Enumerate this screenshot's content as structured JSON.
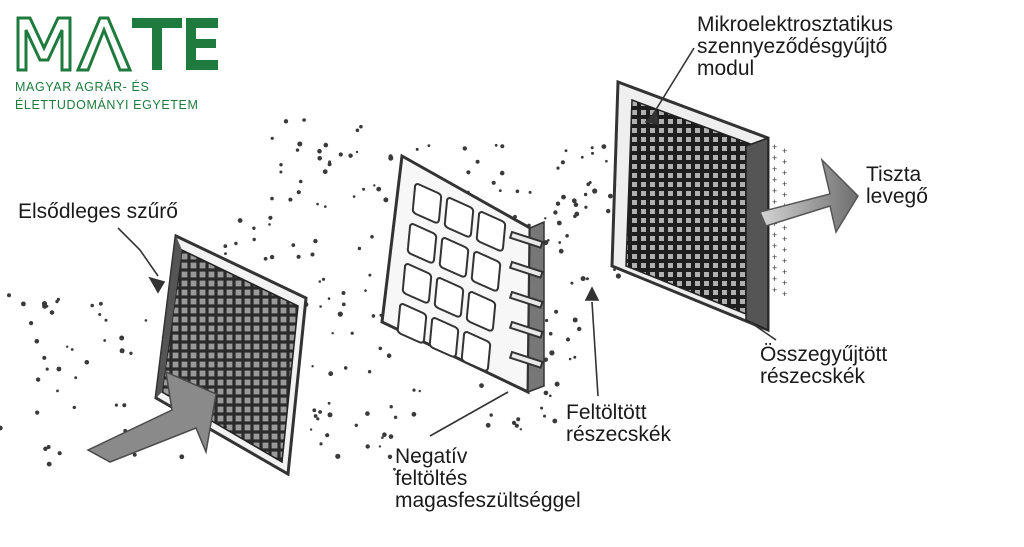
{
  "logo": {
    "wordmark": "MATE",
    "line1": "MAGYAR AGRÁR- ÉS",
    "line2": "ÉLETTUDOMÁNYI EGYETEM",
    "color": "#1f7a3d"
  },
  "labels": {
    "primary_filter": "Elsődleges szűrő",
    "negative_charge": [
      "Negatív",
      "feltöltés",
      "magasfeszültséggel"
    ],
    "charged_particles": [
      "Feltöltött",
      "részecskék"
    ],
    "collector_module": [
      "Mikroelektrosztatikus",
      "szennyeződésgyűjtő",
      "modul"
    ],
    "clean_air": [
      "Tiszta",
      "levegő"
    ],
    "collected_particles": [
      "Összegyűjtött",
      "részecskék"
    ]
  }
}
